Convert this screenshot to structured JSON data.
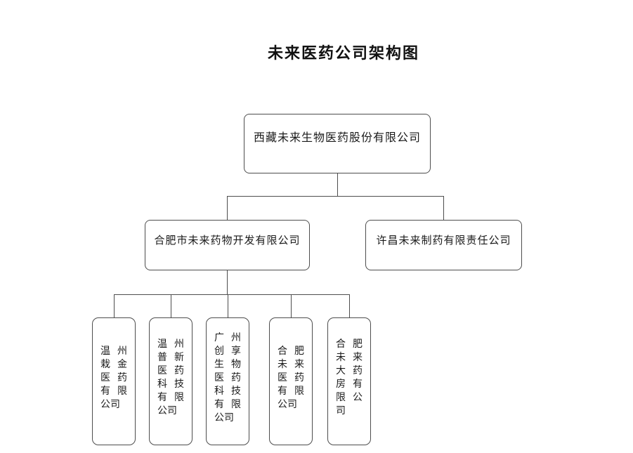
{
  "title": "未来医药公司架构图",
  "org_chart": {
    "root": {
      "name": "西藏未来生物医药股份有限公司"
    },
    "level2": [
      {
        "name": "合肥市未来药物开发有限公司"
      },
      {
        "name": "许昌未来制药有限责任公司"
      }
    ],
    "level3": [
      {
        "name": "温州栽金医药有限公司"
      },
      {
        "name": "温州普新医药科技有限公司"
      },
      {
        "name": "广州创享生物医药科技有限公司"
      },
      {
        "name": "合肥未来医药有限公司"
      },
      {
        "name": "合肥未来大药房有限公司"
      }
    ]
  },
  "colors": {
    "background": "#ffffff",
    "line": "#4d4d4d",
    "text": "#1a1a1a"
  }
}
